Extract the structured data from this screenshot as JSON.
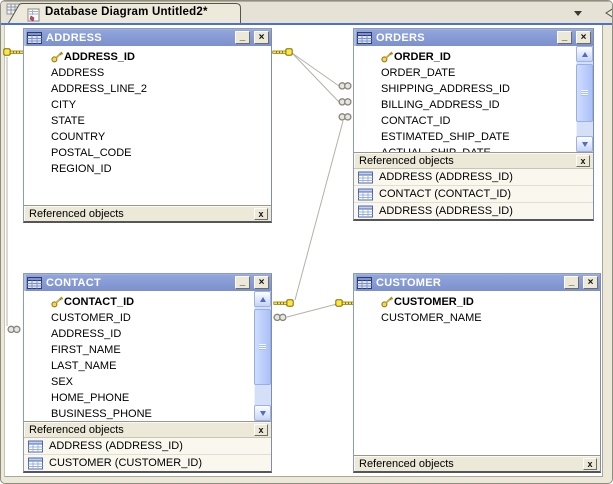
{
  "tab": {
    "title": "Database Diagram Untitled2*"
  },
  "header": {
    "dropdown_icon": "tab-list-dropdown",
    "edge_icon": "scroll-left-partial"
  },
  "window_chrome": {
    "minimize_glyph": "_",
    "close_glyph": "×",
    "ref_close_glyph": "x",
    "referenced_label": "Referenced objects"
  },
  "windows": [
    {
      "id": "address",
      "title": "ADDRESS",
      "columns": [
        {
          "name": "ADDRESS_ID",
          "pk": true
        },
        {
          "name": "ADDRESS"
        },
        {
          "name": "ADDRESS_LINE_2"
        },
        {
          "name": "CITY"
        },
        {
          "name": "STATE"
        },
        {
          "name": "COUNTRY"
        },
        {
          "name": "POSTAL_CODE"
        },
        {
          "name": "REGION_ID"
        }
      ],
      "referenced": [],
      "scrollbar": false
    },
    {
      "id": "orders",
      "title": "ORDERS",
      "columns": [
        {
          "name": "ORDER_ID",
          "pk": true
        },
        {
          "name": "ORDER_DATE"
        },
        {
          "name": "SHIPPING_ADDRESS_ID"
        },
        {
          "name": "BILLING_ADDRESS_ID"
        },
        {
          "name": "CONTACT_ID"
        },
        {
          "name": "ESTIMATED_SHIP_DATE"
        },
        {
          "name": "ACTUAL_SHIP_DATE",
          "clipped": true
        }
      ],
      "referenced": [
        "ADDRESS (ADDRESS_ID)",
        "CONTACT (CONTACT_ID)",
        "ADDRESS (ADDRESS_ID)"
      ],
      "scrollbar": true
    },
    {
      "id": "contact",
      "title": "CONTACT",
      "columns": [
        {
          "name": "CONTACT_ID",
          "pk": true
        },
        {
          "name": "CUSTOMER_ID"
        },
        {
          "name": "ADDRESS_ID"
        },
        {
          "name": "FIRST_NAME"
        },
        {
          "name": "LAST_NAME"
        },
        {
          "name": "SEX"
        },
        {
          "name": "HOME_PHONE"
        },
        {
          "name": "BUSINESS_PHONE",
          "clipped": true
        }
      ],
      "referenced": [
        "ADDRESS (ADDRESS_ID)",
        "CUSTOMER (CUSTOMER_ID)"
      ],
      "scrollbar": true
    },
    {
      "id": "customer",
      "title": "CUSTOMER",
      "columns": [
        {
          "name": "CUSTOMER_ID",
          "pk": true
        },
        {
          "name": "CUSTOMER_NAME"
        }
      ],
      "referenced": [],
      "scrollbar": false
    }
  ],
  "relationships": [
    {
      "one_side": "ADDRESS.ADDRESS_ID",
      "many_side": "ORDERS.SHIPPING_ADDRESS_ID",
      "one_icon": "key-icon",
      "many_icon": "infinity-icon"
    },
    {
      "one_side": "ADDRESS.ADDRESS_ID",
      "many_side": "ORDERS.BILLING_ADDRESS_ID",
      "one_icon": "key-icon",
      "many_icon": "infinity-icon"
    },
    {
      "one_side": "CONTACT.CONTACT_ID",
      "many_side": "ORDERS.CONTACT_ID",
      "one_icon": "key-icon",
      "many_icon": "infinity-icon"
    },
    {
      "one_side": "CUSTOMER.CUSTOMER_ID",
      "many_side": "CONTACT.CUSTOMER_ID",
      "one_icon": "key-icon",
      "many_icon": "infinity-icon"
    },
    {
      "one_side": "ADDRESS.ADDRESS_ID",
      "many_side": "CONTACT.ADDRESS_ID",
      "one_icon": "key-icon",
      "many_icon": "infinity-icon"
    }
  ],
  "colors": {
    "titlebar_top": "#93a7dc",
    "titlebar_bottom": "#7b90cd",
    "strip_bg": "#e6e3d6",
    "accent_line": "#4d72c8",
    "canvas": "#ffffff",
    "frame": "#ece9d8",
    "key_fill": "#ffe838",
    "relationship_line": "#b4b2a6",
    "scrollbar_track": "#d6dff8"
  }
}
